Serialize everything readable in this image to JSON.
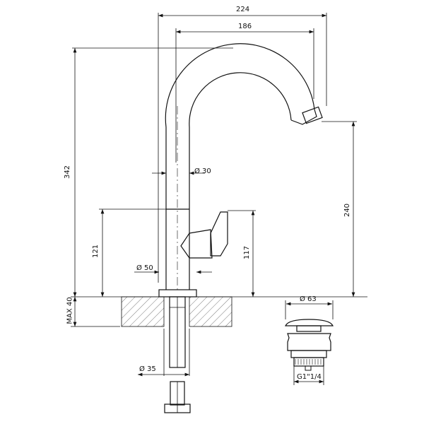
{
  "dimensions": {
    "overall_reach": "224",
    "spout_reach": "186",
    "total_height": "342",
    "spout_height": "240",
    "handle_height_left": "121",
    "handle_height_right": "117",
    "max_deck": "MAX 40",
    "pipe_diameter": "Ø 30",
    "base_diameter": "Ø 50",
    "shank_diameter": "Ø 35",
    "drain_diameter": "Ø 63",
    "drain_thread": "G1\"1/4"
  }
}
